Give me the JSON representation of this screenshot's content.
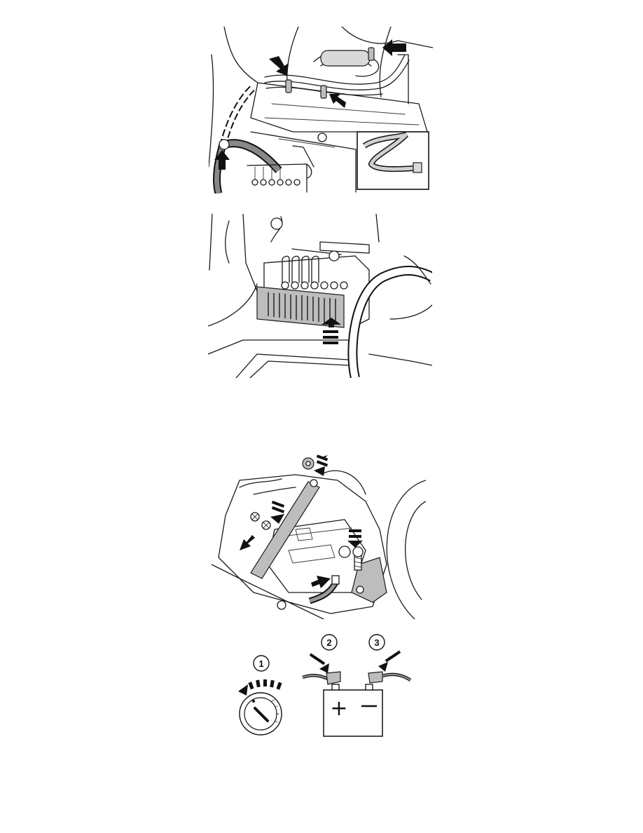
{
  "figures": {
    "harness": {
      "icon": "wiring-harness-cable-tie-illustration"
    },
    "fuse_cover": {
      "icon": "fuse-box-cover-removal-illustration"
    },
    "battery_bracket": {
      "icon": "battery-hold-down-bracket-illustration"
    },
    "disconnect_sequence": {
      "icon": "battery-disconnect-sequence-illustration",
      "steps": [
        {
          "label": "1",
          "icon": "ignition-key-off-icon"
        },
        {
          "label": "2",
          "icon": "positive-terminal-icon"
        },
        {
          "label": "3",
          "icon": "negative-terminal-icon"
        }
      ]
    }
  }
}
